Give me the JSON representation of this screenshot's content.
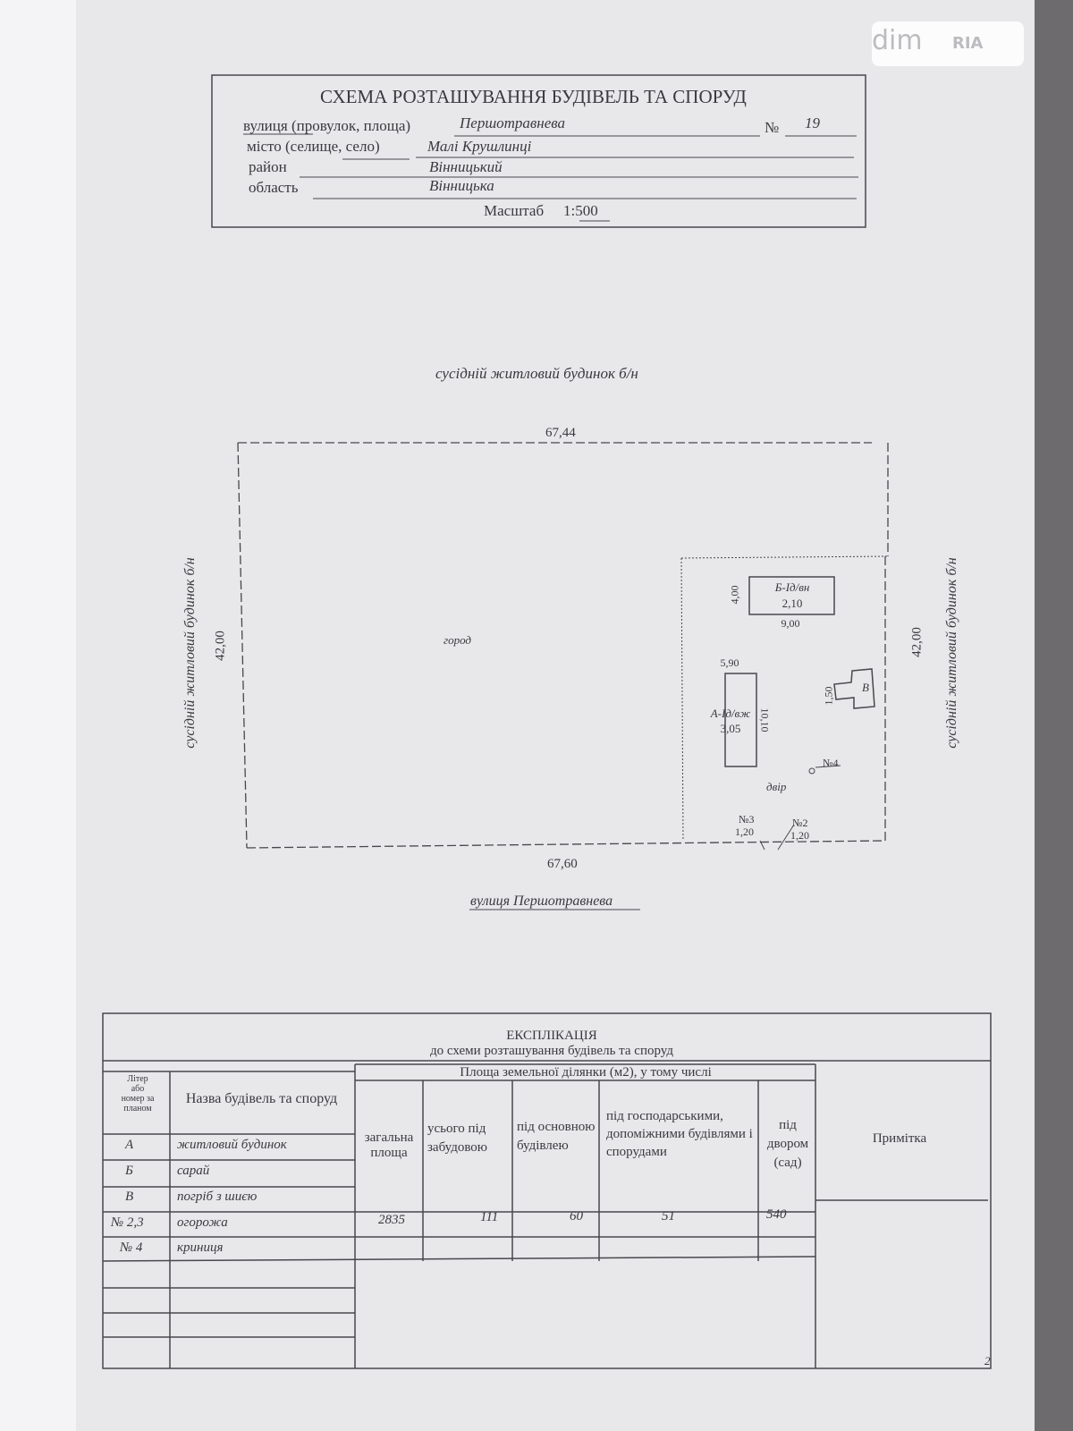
{
  "watermark": {
    "brand_left": "dim",
    "brand_right": "RIA"
  },
  "header": {
    "title": "СХЕМА РОЗТАШУВАННЯ БУДІВЕЛЬ ТА СПОРУД",
    "street_label": "вулиця (провулок, площа)",
    "street_value": "Першотравнева",
    "number_label": "№",
    "number_value": "19",
    "city_label": "місто (селище, село)",
    "city_value": "Малі Крушлинці",
    "district_label": "район",
    "district_value": "Вінницький",
    "region_label": "область",
    "region_value": "Вінницька",
    "scale_label": "Масштаб",
    "scale_value": "1:500"
  },
  "plan": {
    "north_neighbor": "сусідній житловий будинок б/н",
    "west_neighbor": "сусідній житловий будинок б/н",
    "east_neighbor": "сусідній житловий будинок б/н",
    "top_length": "67,44",
    "bottom_length": "67,60",
    "left_length": "42,00",
    "right_length": "42,00",
    "garden_label": "город",
    "yard_label": "двір",
    "street_label": "вулиця Першотравнева",
    "building_b": {
      "label": "Б-Ід/вн",
      "height": "2,10",
      "width": "9,00",
      "depth": "4,00"
    },
    "building_a": {
      "label": "А-Ід/вж",
      "height": "3,05",
      "width": "5,90",
      "depth": "10,10"
    },
    "cellar": {
      "label": "В",
      "size": "1,50"
    },
    "well": "№4",
    "fence3": {
      "label": "№3",
      "value": "1,20"
    },
    "fence2": {
      "label": "№2",
      "value": "1,20"
    }
  },
  "table": {
    "title": "ЕКСПЛІКАЦІЯ",
    "subtitle": "до схеми розташування будівель та споруд",
    "col_letter": "Літер або номер за планом",
    "col_name": "Назва будівель та споруд",
    "area_group": "Площа земельної ділянки (м2), у тому числі",
    "col_total": "загальна площа",
    "col_built": "усього під забудовою",
    "col_main": "під основною будівлею",
    "col_aux": "під господарськими, допоміжними будівлями і спорудами",
    "col_yard": "під двором (сад)",
    "col_note": "Примітка",
    "rows": [
      {
        "letter": "А",
        "name": "житловий будинок"
      },
      {
        "letter": "Б",
        "name": "сарай"
      },
      {
        "letter": "В",
        "name": "погріб з шиєю"
      },
      {
        "letter": "№ 2,3",
        "name": "огорожа"
      },
      {
        "letter": "№ 4",
        "name": "криниця"
      }
    ],
    "values": {
      "total": "2835",
      "built": "111",
      "main": "60",
      "aux": "51",
      "yard": "540"
    },
    "page_number": "2"
  }
}
